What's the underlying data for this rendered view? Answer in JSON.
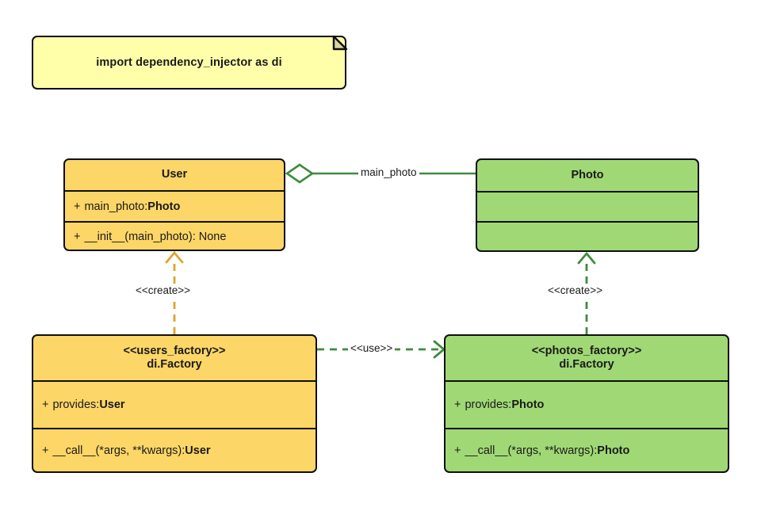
{
  "diagram": {
    "type": "uml-class-diagram",
    "colors": {
      "note_fill": "#FFFFAA",
      "yellow_fill": "#FCD667",
      "green_fill": "#A0D875",
      "stroke": "#0F0F0F",
      "green_edge": "#3E8B3E",
      "amber_edge": "#E0A32E",
      "background": "#FFFFFF"
    },
    "note": {
      "text": "import dependency_injector as di"
    },
    "classes": [
      {
        "id": "user",
        "name": "User",
        "stereotype": "",
        "color": "yellow",
        "attributes": [
          {
            "visibility": "+",
            "text": "main_photo: ",
            "type": "Photo"
          }
        ],
        "methods": [
          {
            "visibility": "+",
            "text": "__init__(main_photo): None",
            "type": ""
          }
        ]
      },
      {
        "id": "photo",
        "name": "Photo",
        "stereotype": "",
        "color": "green",
        "attributes": [],
        "methods": []
      },
      {
        "id": "users_factory",
        "name": "di.Factory",
        "stereotype": "<<users_factory>>",
        "color": "yellow",
        "attributes": [
          {
            "visibility": "+",
            "text": "provides: ",
            "type": "User"
          }
        ],
        "methods": [
          {
            "visibility": "+",
            "text": "__call__(*args, **kwargs): ",
            "type": "User"
          }
        ]
      },
      {
        "id": "photos_factory",
        "name": "di.Factory",
        "stereotype": "<<photos_factory>>",
        "color": "green",
        "attributes": [
          {
            "visibility": "+",
            "text": "provides: ",
            "type": "Photo"
          }
        ],
        "methods": [
          {
            "visibility": "+",
            "text": "__call__(*args, **kwargs): ",
            "type": "Photo"
          }
        ]
      }
    ],
    "relationships": [
      {
        "id": "user-photo-aggregation",
        "kind": "aggregation",
        "from": "User",
        "to": "Photo",
        "label": "main_photo",
        "line": "solid",
        "color": "#3E8B3E",
        "source_decoration": "hollow-diamond"
      },
      {
        "id": "users-factory-creates-user",
        "kind": "dependency",
        "from": "users_factory",
        "to": "User",
        "label": "<<create>>",
        "line": "dashed",
        "color": "#E0A32E",
        "target_decoration": "open-arrow"
      },
      {
        "id": "photos-factory-creates-photo",
        "kind": "dependency",
        "from": "photos_factory",
        "to": "Photo",
        "label": "<<create>>",
        "line": "dashed",
        "color": "#3E8B3E",
        "target_decoration": "open-arrow"
      },
      {
        "id": "users-factory-uses-photos-factory",
        "kind": "dependency",
        "from": "users_factory",
        "to": "photos_factory",
        "label": "<<use>>",
        "line": "dashed",
        "color": "#3E8B3E",
        "target_decoration": "open-arrow"
      }
    ]
  }
}
